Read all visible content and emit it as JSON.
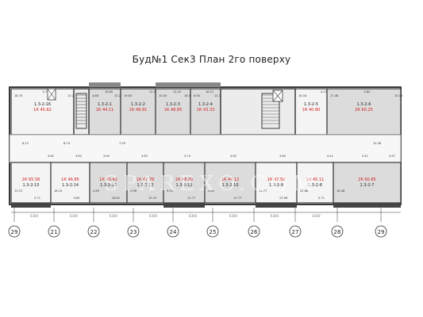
{
  "title": "Буд№1 Сек3  План 2го поверху",
  "units_top": [
    {
      "code": "1.3-2-16",
      "type": "1К",
      "area": "45.82",
      "dims": [
        "18.70",
        "5.71",
        "13.20"
      ]
    },
    {
      "code": "1.3-2-1",
      "type": "1К",
      "area": "44.11",
      "dims": [
        "4.86",
        "18.80",
        "15.20"
      ]
    },
    {
      "code": "1.3-2-2",
      "type": "1К",
      "area": "48.81",
      "dims": [
        "19.65",
        "12.41"
      ]
    },
    {
      "code": "1.3-2-3",
      "type": "1К",
      "area": "48.85",
      "dims": [
        "10.00",
        "12.02",
        "18.41"
      ]
    },
    {
      "code": "1.3-2-4",
      "type": "1К",
      "area": "43.33",
      "dims": [
        "6.90",
        "18.21",
        "12.16"
      ]
    },
    {
      "code": "1.3-2-5",
      "type": "1К",
      "area": "40.80",
      "dims": [
        "16.16",
        "4.27"
      ]
    },
    {
      "code": "1.3-2-6",
      "type": "2К",
      "area": "60.25",
      "dims": [
        "17.46",
        "5.80",
        "15.06"
      ]
    }
  ],
  "units_bottom": [
    {
      "code": "1.3-2-15",
      "type": "2К",
      "area": "65.58",
      "dims": [
        "12.51",
        "5.71"
      ]
    },
    {
      "code": "1.3-2-14",
      "type": "1К",
      "area": "46.85",
      "dims": [
        "18.10",
        "5.80"
      ]
    },
    {
      "code": "1.3-2-13",
      "type": "1К",
      "area": "43.45",
      "dims": [
        "4.65",
        "18.40"
      ]
    },
    {
      "code": "1.3-2-12",
      "type": "1К",
      "area": "47.78",
      "dims": [
        "5.98",
        "19.19"
      ]
    },
    {
      "code": "1.3-2-11",
      "type": "1К",
      "area": "48.30",
      "dims": [
        "9.45",
        "12.77"
      ]
    },
    {
      "code": "1.3-2-10",
      "type": "1К",
      "area": "44.12",
      "dims": [
        "4.65",
        "12.77"
      ]
    },
    {
      "code": "1.3-2-9",
      "type": "1К",
      "area": "47.58",
      "dims": [
        "12.77",
        "23.96"
      ]
    },
    {
      "code": "1.3-2-8",
      "type": "1К",
      "area": "45.11",
      "dims": [
        "22.88",
        "5.71"
      ]
    },
    {
      "code": "1.3-2-7",
      "type": "2К",
      "area": "60.85",
      "dims": [
        "18.46"
      ]
    }
  ],
  "corridor_labels": [
    "6.12",
    "8.74",
    "7.59",
    "10.36",
    "3.82",
    "3.82",
    "3.62",
    "3.82",
    "3.74",
    "3.82",
    "3.82",
    "4.41",
    "3.41",
    "3.47"
  ],
  "axes": [
    "29",
    "21",
    "22",
    "23",
    "24",
    "25",
    "26",
    "27",
    "28",
    "29"
  ],
  "axis_dims": [
    "6300",
    "6300",
    "6300",
    "6300",
    "6300",
    "6300",
    "6300",
    "6300"
  ],
  "watermark": "SPAREXO.COM",
  "colors": {
    "wall": "#3a3a3a",
    "gray_unit": "#dcdcdc",
    "red": "#d42020",
    "axis": "#333333"
  }
}
